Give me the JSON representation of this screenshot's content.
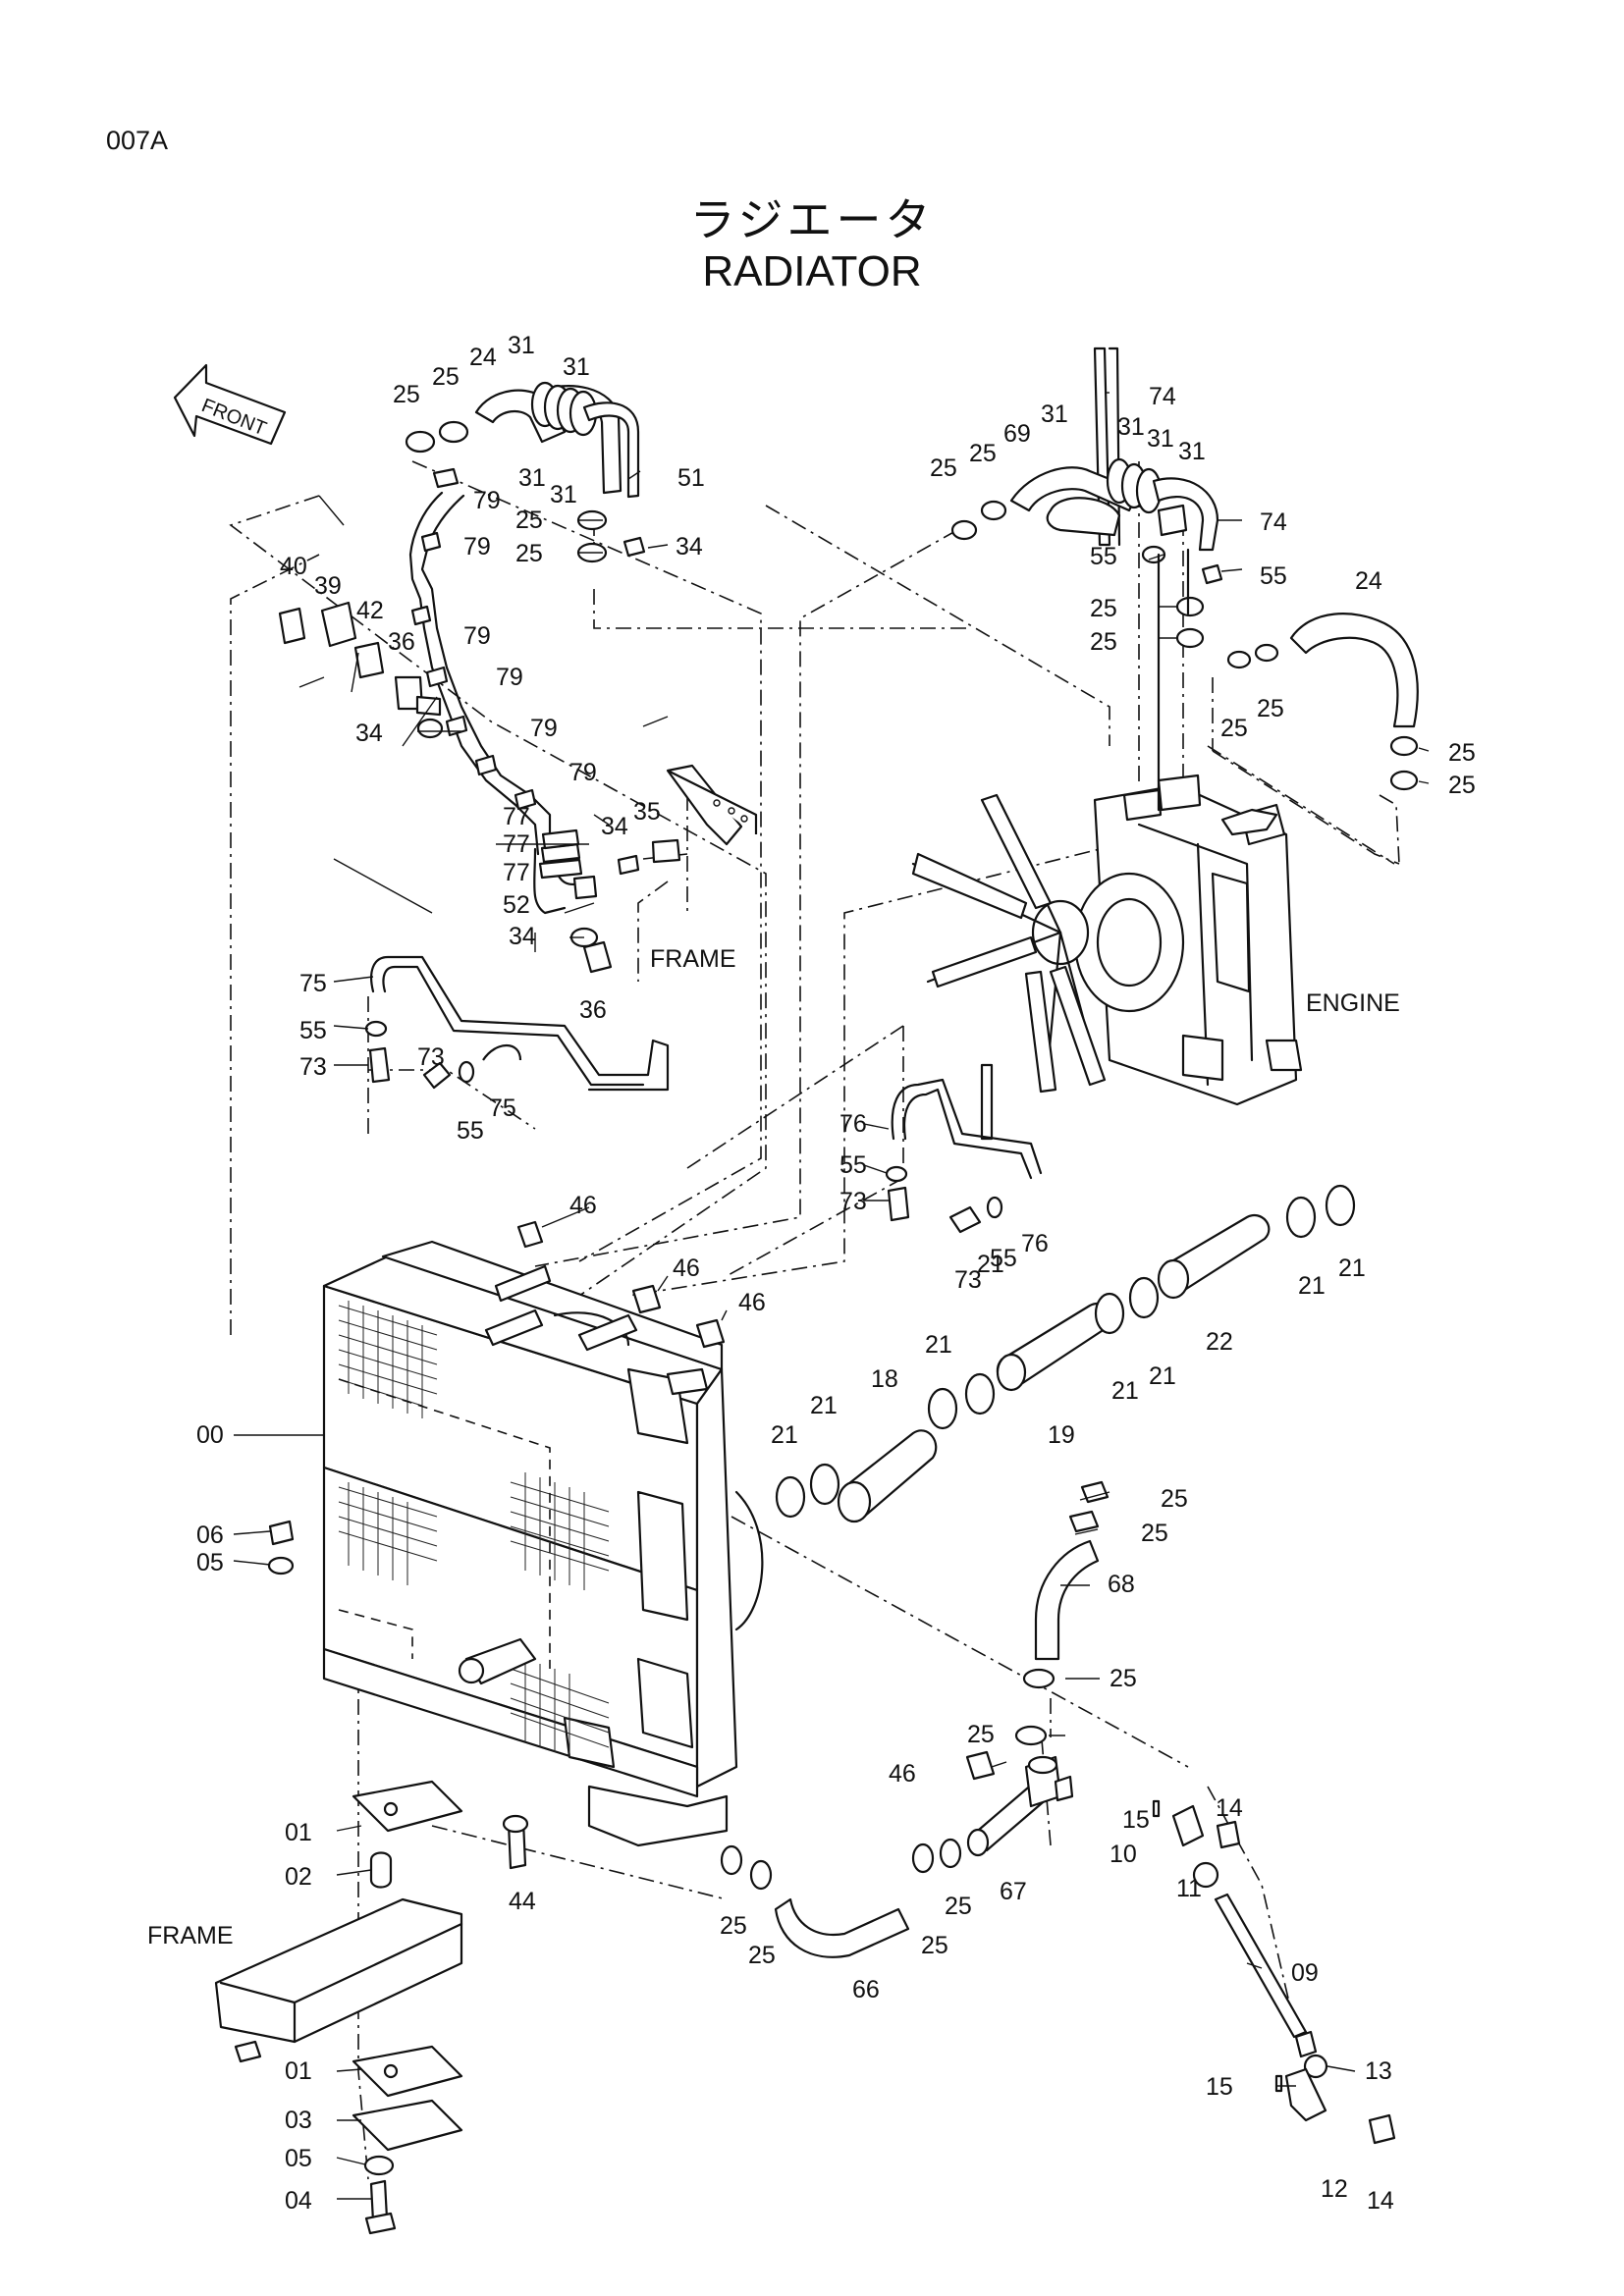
{
  "page_code": "007A",
  "title_jp": "ラジエータ",
  "title_en": "RADIATOR",
  "front_label": "FRONT",
  "text_labels": {
    "frame_upper": "FRAME",
    "frame_lower": "FRAME",
    "engine": "ENGINE"
  },
  "part_callouts": [
    "00",
    "01",
    "02",
    "03",
    "04",
    "05",
    "06",
    "09",
    "10",
    "11",
    "12",
    "13",
    "14",
    "15",
    "18",
    "19",
    "21",
    "22",
    "24",
    "25",
    "31",
    "34",
    "35",
    "36",
    "39",
    "40",
    "42",
    "44",
    "46",
    "51",
    "52",
    "55",
    "66",
    "67",
    "68",
    "69",
    "73",
    "74",
    "75",
    "76",
    "77",
    "79"
  ]
}
